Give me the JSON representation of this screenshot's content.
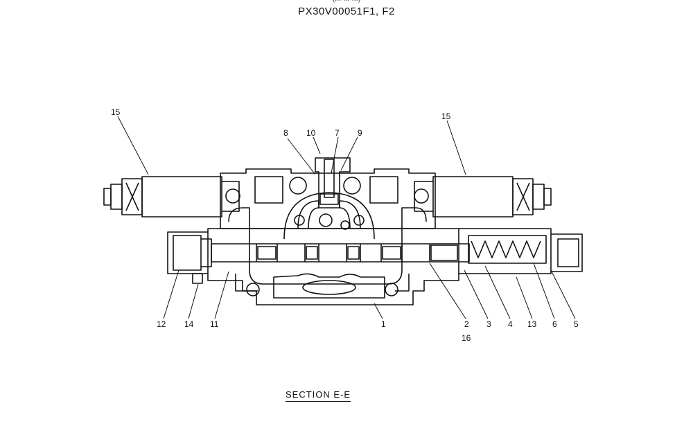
{
  "header": {
    "partial_top_line": "(...  ...  ...)",
    "model_codes": "PX30V00051F1, F2"
  },
  "diagram": {
    "caption": "SECTION  E-E",
    "callouts": {
      "left_solenoid": "15",
      "right_solenoid": "15",
      "c8": "8",
      "c10": "10",
      "c7": "7",
      "c9": "9",
      "c12": "12",
      "c14": "14",
      "c11": "11",
      "c1": "1",
      "c2": "2",
      "c16": "16",
      "c3": "3",
      "c4": "4",
      "c13": "13",
      "c6": "6",
      "c5": "5"
    }
  }
}
